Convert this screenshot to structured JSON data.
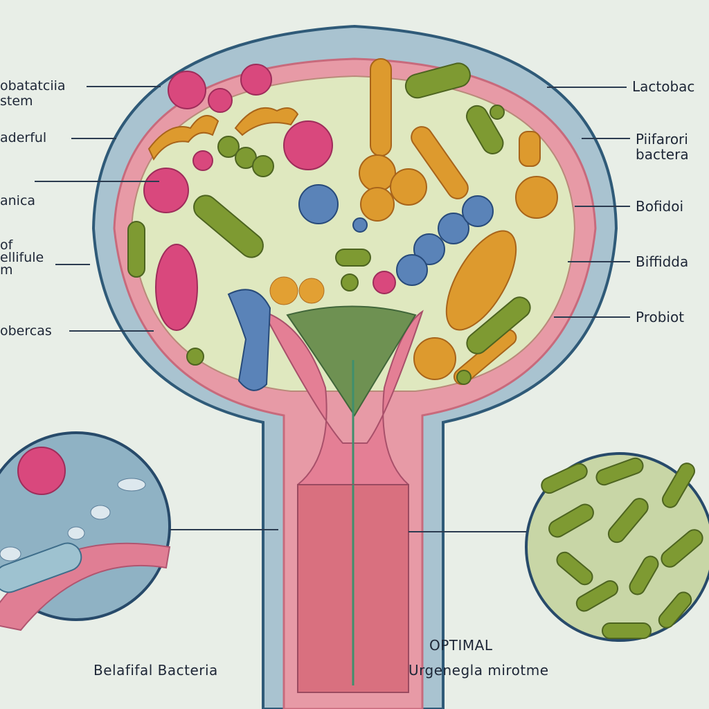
{
  "left_labels": [
    {
      "line1": "obatatciia",
      "line2": "stem"
    },
    {
      "line1": "aderful"
    },
    {
      "line1": "anica"
    },
    {
      "line1": "of",
      "line2": "ellifule",
      "line3": "m"
    },
    {
      "line1": "obercas"
    }
  ],
  "right_labels": [
    {
      "line1": "Lactobac"
    },
    {
      "line1": "Piifarori",
      "line2": "bactera"
    },
    {
      "line1": "Bofidoi"
    },
    {
      "line1": "Biffidda"
    },
    {
      "line1": "Probiot"
    }
  ],
  "bottom_left_caption": "Belafifal  Bacteria",
  "bottom_right_caption": {
    "line1": "OPTIMAL",
    "line2": "Urgenegla mirotme"
  },
  "colors": {
    "background": "#e8eee7",
    "outer_wall": "#a9c3d0",
    "muscle_layer": "#e79aa6",
    "lumen": "#dfe8bf",
    "rod_bacteria": "#7e9a32",
    "cocci": "#d9487d"
  }
}
